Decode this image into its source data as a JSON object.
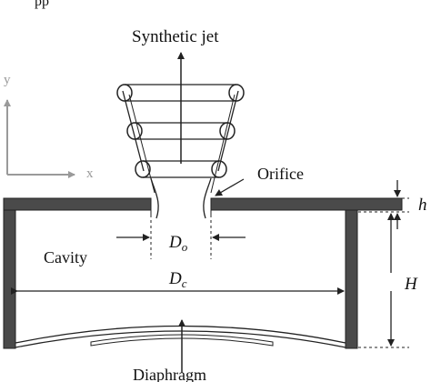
{
  "diagram": {
    "top_clipped_text": "pp",
    "labels": {
      "synthetic_jet": "Synthetic jet",
      "orifice": "Orifice",
      "cavity": "Cavity",
      "diaphragm": "Diaphragm"
    },
    "axes": {
      "x": "x",
      "y": "y"
    },
    "dimensions": {
      "orifice_diameter": {
        "base": "D",
        "sub": "o"
      },
      "cavity_diameter": {
        "base": "D",
        "sub": "c"
      },
      "orifice_height": "h",
      "cavity_height": "H"
    },
    "colors": {
      "wall": "#4a4a4a",
      "line": "#222222",
      "axis": "#9a9a9a"
    }
  }
}
